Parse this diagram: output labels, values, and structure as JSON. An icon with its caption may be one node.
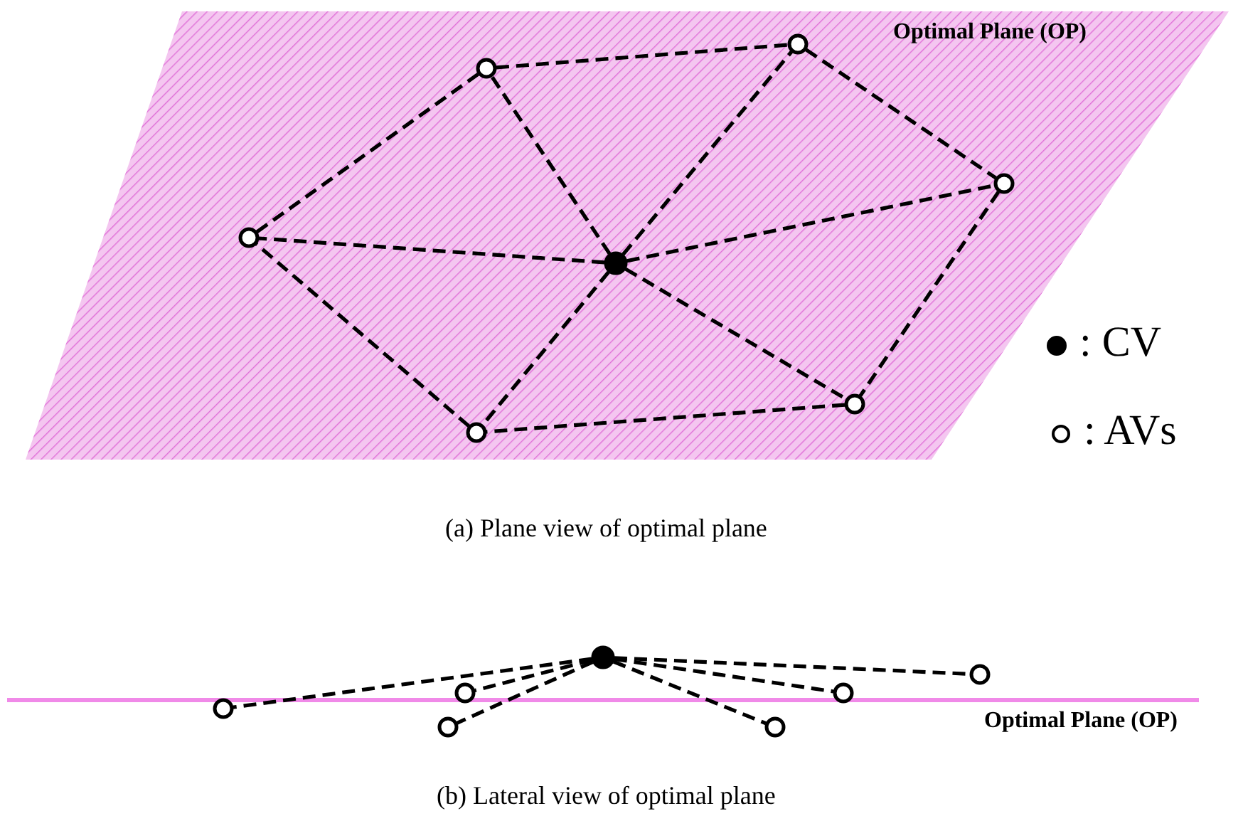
{
  "diagram": {
    "nodes": [
      {
        "text": [
          "Optimal Plane (OP)"
        ]
      },
      {
        "text": [],
        "shape": "dot",
        "in": 0
      },
      {
        "text": [],
        "shape": "circle",
        "in": 0
      },
      {
        "text": [],
        "shape": "circle",
        "in": 0
      },
      {
        "text": [],
        "shape": "circle",
        "in": 0
      },
      {
        "text": [],
        "shape": "circle",
        "in": 0
      },
      {
        "text": [],
        "shape": "circle",
        "in": 0
      },
      {
        "text": [],
        "shape": "circle",
        "in": 0
      },
      {
        "text": [],
        "shape": "dot"
      },
      {
        "text": [],
        "shape": "circle"
      },
      {
        "text": [],
        "shape": "circle"
      },
      {
        "text": [],
        "shape": "circle"
      },
      {
        "text": [],
        "shape": "circle"
      },
      {
        "text": [],
        "shape": "circle"
      },
      {
        "text": [],
        "shape": "circle"
      }
    ],
    "edges": [
      {
        "from": 1,
        "to": 2,
        "arrow": "none",
        "style": "dashed"
      },
      {
        "from": 1,
        "to": 3,
        "arrow": "none",
        "style": "dashed"
      },
      {
        "from": 1,
        "to": 4,
        "arrow": "none",
        "style": "dashed"
      },
      {
        "from": 1,
        "to": 5,
        "arrow": "none",
        "style": "dashed"
      },
      {
        "from": 1,
        "to": 6,
        "arrow": "none",
        "style": "dashed"
      },
      {
        "from": 1,
        "to": 7,
        "arrow": "none",
        "style": "dashed"
      },
      {
        "from": 2,
        "to": 3,
        "arrow": "none",
        "style": "dashed"
      },
      {
        "from": 3,
        "to": 4,
        "arrow": "none",
        "style": "dashed"
      },
      {
        "from": 4,
        "to": 5,
        "arrow": "none",
        "style": "dashed"
      },
      {
        "from": 5,
        "to": 6,
        "arrow": "none",
        "style": "dashed"
      },
      {
        "from": 6,
        "to": 7,
        "arrow": "none",
        "style": "dashed"
      },
      {
        "from": 7,
        "to": 2,
        "arrow": "none",
        "style": "dashed"
      },
      {
        "from": 8,
        "to": 9,
        "arrow": "none",
        "style": "dashed"
      },
      {
        "from": 8,
        "to": 10,
        "arrow": "none",
        "style": "dashed"
      },
      {
        "from": 8,
        "to": 11,
        "arrow": "none",
        "style": "dashed"
      },
      {
        "from": 8,
        "to": 12,
        "arrow": "none",
        "style": "dashed"
      },
      {
        "from": 8,
        "to": 13,
        "arrow": "none",
        "style": "dashed"
      },
      {
        "from": 8,
        "to": 14,
        "arrow": "none",
        "style": "dashed"
      }
    ],
    "labels": [
      "(a) Plane view of optimal plane",
      "Optimal Plane (OP)",
      "(b) Lateral view of optimal plane"
    ],
    "legend": [
      {
        "text": ": CV"
      },
      {
        "text": ": AVs"
      }
    ]
  }
}
